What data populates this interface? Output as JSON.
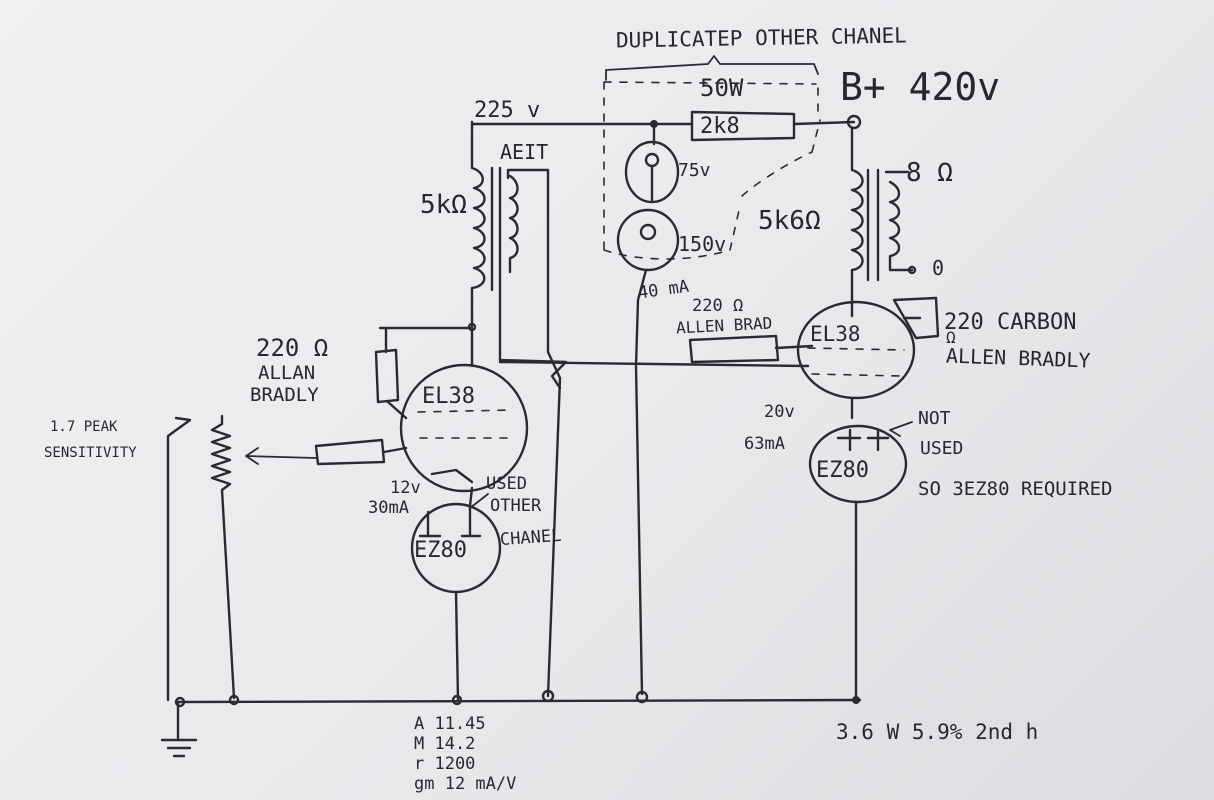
{
  "labels": {
    "duplicate_note": "DUPLICATEP OTHER CHANEL",
    "power_50w": "50W",
    "resistor_2k8": "2k8",
    "b_plus": "B+ 420v",
    "voltage_225": "225 v",
    "transformer_ae": "AEIT",
    "tube_75v": "75v",
    "tube_150v": "150v",
    "current_40ma": "40 mA",
    "resistor_5k": "5kΩ",
    "resistor_5k6": "5k6Ω",
    "eight_ohm": "8 Ω",
    "zero": "0",
    "r220_right": "220 Ω",
    "allen_brad": "ALLEN BRAD",
    "r220_carbon": "220 CARBON",
    "carbon_unit": "Ω",
    "allen_bradly_right": "ALLEN BRADLY",
    "r220_left": "220 Ω",
    "allan": "ALLAN",
    "bradly_left": "BRADLY",
    "el38_left": "EL38",
    "el38_right": "EL38",
    "ez80_left": "EZ80",
    "ez80_right": "EZ80",
    "heater_12v": "12v",
    "heater_30ma": "30mA",
    "used": "USED",
    "other": "OTHER",
    "chanel": "CHANEL",
    "heater_20v": "20v",
    "heater_63ma": "63mA",
    "not": "NOT",
    "used2": "USED",
    "so_3ez80": "SO 3EZ80 REQUIRED",
    "peak_sens_1": "1.7 PEAK",
    "peak_sens_2": "SENSITIVITY",
    "meas_a": "A  11.45",
    "meas_m": "M  14.2",
    "meas_r": "r  1200",
    "meas_gm": "gm  12 mA/V",
    "result": "3.6 W  5.9%  2nd h"
  }
}
